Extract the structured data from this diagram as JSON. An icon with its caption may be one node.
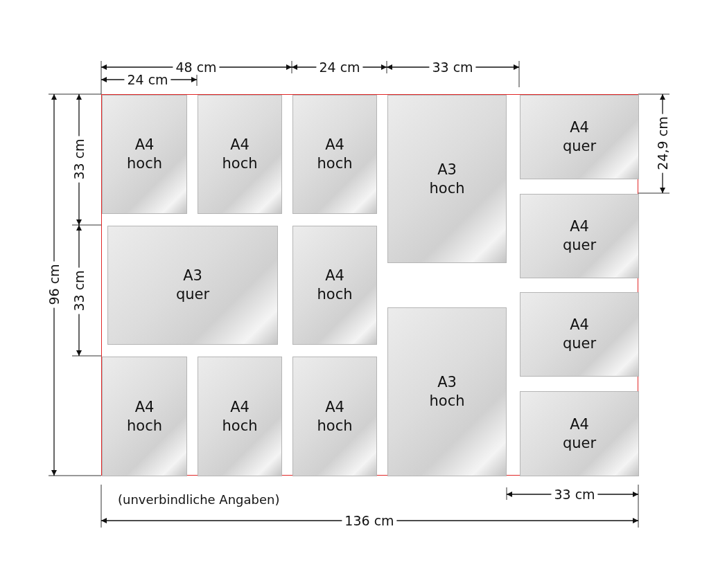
{
  "diagram": {
    "nodes": [
      {
        "text": [],
        "shape": "box"
      },
      {
        "text": [
          "A4 hoch"
        ],
        "in": 0
      },
      {
        "text": [
          "A4 hoch"
        ],
        "in": 0
      },
      {
        "text": [
          "A4 hoch"
        ],
        "in": 0
      },
      {
        "text": [
          "A3 hoch"
        ],
        "in": 0
      },
      {
        "text": [
          "A4 quer"
        ],
        "in": 0
      },
      {
        "text": [
          "A4 quer"
        ],
        "in": 0
      },
      {
        "text": [
          "A3 quer"
        ],
        "in": 0
      },
      {
        "text": [
          "A4 hoch"
        ],
        "in": 0
      },
      {
        "text": [
          "A4 quer"
        ],
        "in": 0
      },
      {
        "text": [
          "A3 hoch"
        ],
        "in": 0
      },
      {
        "text": [
          "A4 hoch"
        ],
        "in": 0
      },
      {
        "text": [
          "A4 hoch"
        ],
        "in": 0
      },
      {
        "text": [
          "A4 hoch"
        ],
        "in": 0
      },
      {
        "text": [
          "A4 quer"
        ],
        "in": 0
      }
    ],
    "labels": [
      "48 cm",
      "24 cm",
      "33 cm",
      "24 cm",
      "24,9 cm",
      "96 cm",
      "33 cm",
      "33 cm",
      "(unverbindliche Angaben)",
      "33 cm",
      "136 cm"
    ]
  }
}
